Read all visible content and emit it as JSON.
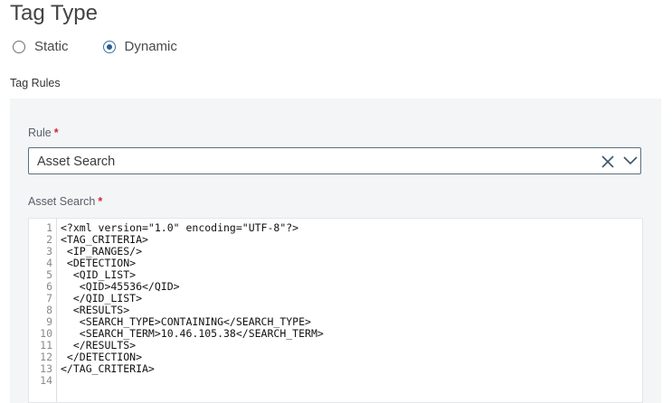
{
  "heading": "Tag Type",
  "tag_type": {
    "options": [
      {
        "label": "Static",
        "selected": false
      },
      {
        "label": "Dynamic",
        "selected": true
      }
    ]
  },
  "section_label": "Tag Rules",
  "rule": {
    "label": "Rule",
    "required_marker": "*",
    "selected_value": "Asset Search"
  },
  "asset_search": {
    "label": "Asset Search",
    "required_marker": "*",
    "line_numbers": [
      "1",
      "2",
      "3",
      "4",
      "5",
      "6",
      "7",
      "8",
      "9",
      "10",
      "11",
      "12",
      "13",
      "14"
    ],
    "code_lines": [
      "<?xml version=\"1.0\" encoding=\"UTF-8\"?>",
      "<TAG_CRITERIA>",
      " <IP_RANGES/>",
      " <DETECTION>",
      "  <QID_LIST>",
      "   <QID>45536</QID>",
      "  </QID_LIST>",
      "  <RESULTS>",
      "   <SEARCH_TYPE>CONTAINING</SEARCH_TYPE>",
      "   <SEARCH_TERM>10.46.105.38</SEARCH_TERM>",
      "  </RESULTS>",
      " </DETECTION>",
      "</TAG_CRITERIA>",
      ""
    ]
  },
  "colors": {
    "required": "#d9262c",
    "radio_selected": "#2a5f8f",
    "panel_background": "#f4f5f6",
    "select_border": "#5c6f7e"
  },
  "icons": {
    "clear": "close-icon",
    "dropdown": "chevron-down-icon"
  }
}
